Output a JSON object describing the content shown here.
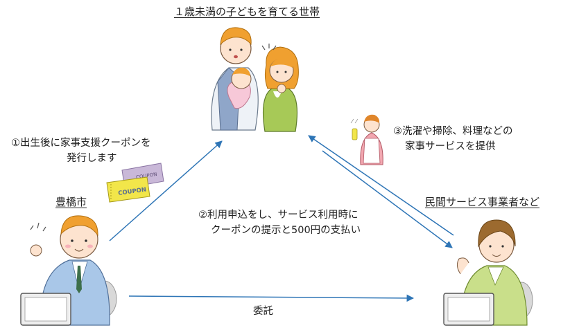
{
  "diagram": {
    "household_title": "１歳未満の子どもを育てる世帯",
    "city_label": "豊橋市",
    "provider_label": "民間サービス事業者など",
    "step1_line1": "①出生後に家事支援クーポンを",
    "step1_line2": "発行します",
    "step2_line1": "②利用申込をし、サービス利用時に",
    "step2_line2": "クーポンの提示と500円の支払い",
    "step3_line1": "③洗濯や掃除、料理などの",
    "step3_line2": "家事サービスを提供",
    "commission_label": "委託",
    "coupon_text": "COUPON"
  },
  "colors": {
    "arrow": "#2e75b6",
    "coupon_yellow": "#f2e64a",
    "coupon_purple": "#c9b8d8",
    "city_suit": "#a9c7e8",
    "provider_jacket": "#c9df8a",
    "hair_orange": "#f0a030"
  },
  "icons": {
    "family": "family-illustration",
    "city": "city-officer-illustration",
    "provider": "provider-staff-illustration",
    "housekeeper": "housekeeper-icon",
    "coupon": "coupon-tickets-icon"
  }
}
